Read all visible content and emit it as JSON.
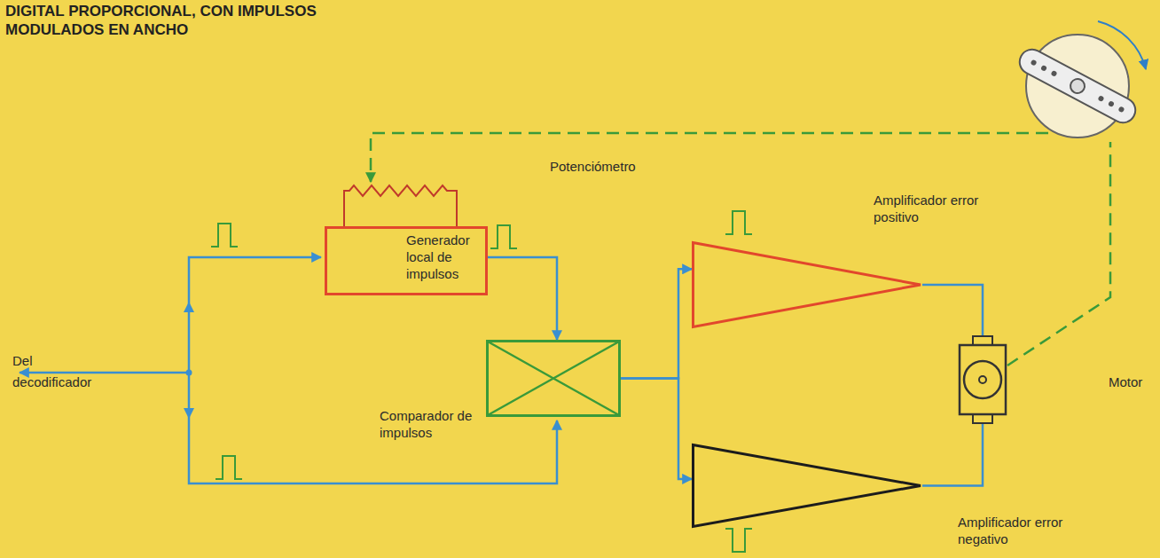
{
  "diagram": {
    "title": "DIGITAL PROPORCIONAL, CON IMPULSOS MODULADOS EN ANCHO",
    "nodes": [
      {
        "text": [
          "Generador local de impulsos"
        ]
      },
      {
        "text": [
          "Comparador de impulsos"
        ]
      },
      {
        "text": [
          "Amplificador error positivo"
        ]
      },
      {
        "text": [
          "Amplificador error negativo"
        ]
      },
      {
        "text": [
          "Motor"
        ]
      }
    ],
    "edges": [
      {
        "from": 0,
        "to": 1,
        "arrow": "to"
      },
      {
        "from": 1,
        "to": 2,
        "arrow": "to"
      },
      {
        "from": 1,
        "to": 3,
        "arrow": "to"
      },
      {
        "from": 2,
        "to": 4,
        "arrow": "none"
      },
      {
        "from": 3,
        "to": 4,
        "arrow": "none"
      }
    ],
    "labels": [
      "Potenciómetro",
      "Del decodificador"
    ]
  }
}
